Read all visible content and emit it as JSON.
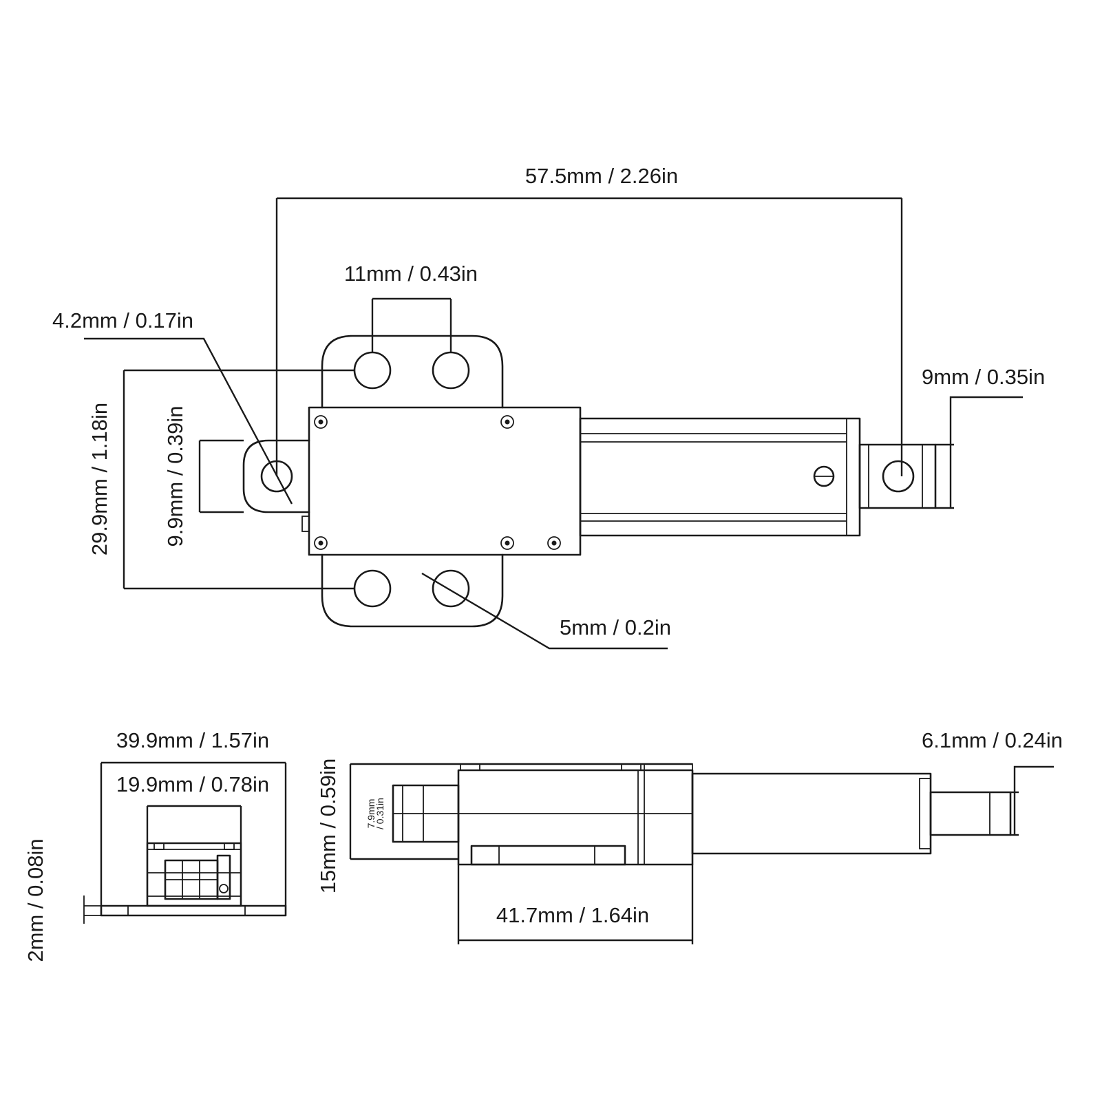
{
  "top_view": {
    "overall_length": "57.5mm / 2.26in",
    "hole_spacing": "11mm / 0.43in",
    "rear_hole_diameter": "4.2mm / 0.17in",
    "rod_end_width": "9mm / 0.35in",
    "overall_width": "29.9mm / 1.18in",
    "rear_tab_width": "9.9mm / 0.39in",
    "mount_hole_diameter": "5mm / 0.2in"
  },
  "end_view": {
    "flange_width": "39.9mm / 1.57in",
    "body_width": "19.9mm / 0.78in",
    "flange_thickness": "2mm / 0.08in"
  },
  "side_view": {
    "height": "15mm / 0.59in",
    "rear_clevis_height_mm": "7.9mm",
    "rear_clevis_height_in": "/ 0.31in",
    "body_length": "41.7mm / 1.64in",
    "rod_diameter": "6.1mm / 0.24in"
  }
}
